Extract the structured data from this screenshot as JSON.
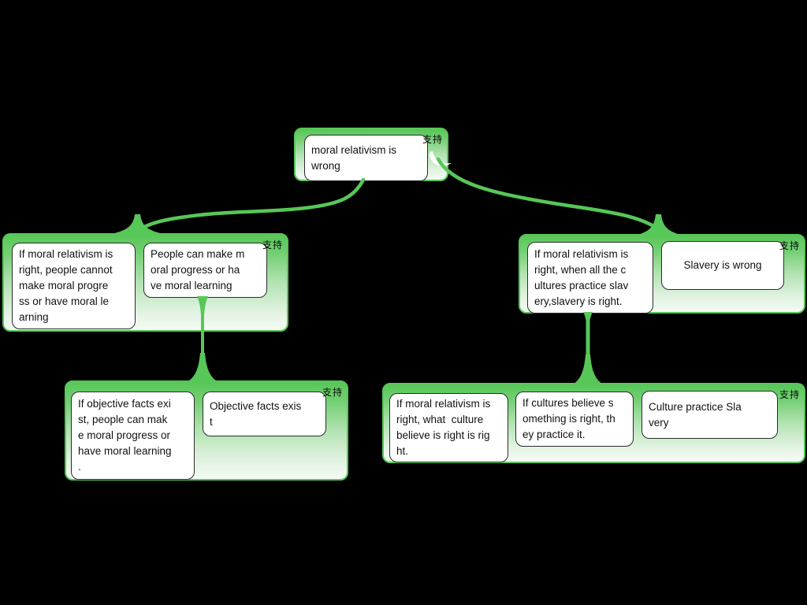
{
  "canvas": {
    "background": "#000000"
  },
  "colors": {
    "green": "#57c757",
    "node_border": "#2b2b2b",
    "node_background": "#ffffff",
    "text": "#111111"
  },
  "groups": [
    {
      "name": "claim-root",
      "label": "支持",
      "boxes": [
        {
          "text": "moral relativism is\nwrong"
        }
      ]
    },
    {
      "name": "argument-left",
      "label": "支持",
      "boxes": [
        {
          "text": "If moral relativism is\nright, people cannot\nmake moral progre\nss or have moral le\narning"
        },
        {
          "text": "People can make m\noral progress or ha\nve moral learning"
        }
      ]
    },
    {
      "name": "argument-right",
      "label": "支持",
      "boxes": [
        {
          "text": "If moral relativism is\nright, when all the c\nultures practice slav\nery,slavery is right."
        },
        {
          "text": "Slavery is wrong"
        }
      ]
    },
    {
      "name": "argument-bottom-left",
      "label": "支持",
      "boxes": [
        {
          "text": "If objective facts exi\nst, people can mak\ne moral progress or\nhave moral learning\n."
        },
        {
          "text": "Objective facts exis\nt"
        }
      ]
    },
    {
      "name": "argument-bottom-right",
      "label": "支持",
      "boxes": [
        {
          "text": "If moral relativism is\nright, what  culture\nbelieve is right is rig\nht."
        },
        {
          "text": "If cultures believe s\nomething is right, th\ney practice it."
        },
        {
          "text": "Culture practice Sla\nvery"
        }
      ]
    }
  ]
}
